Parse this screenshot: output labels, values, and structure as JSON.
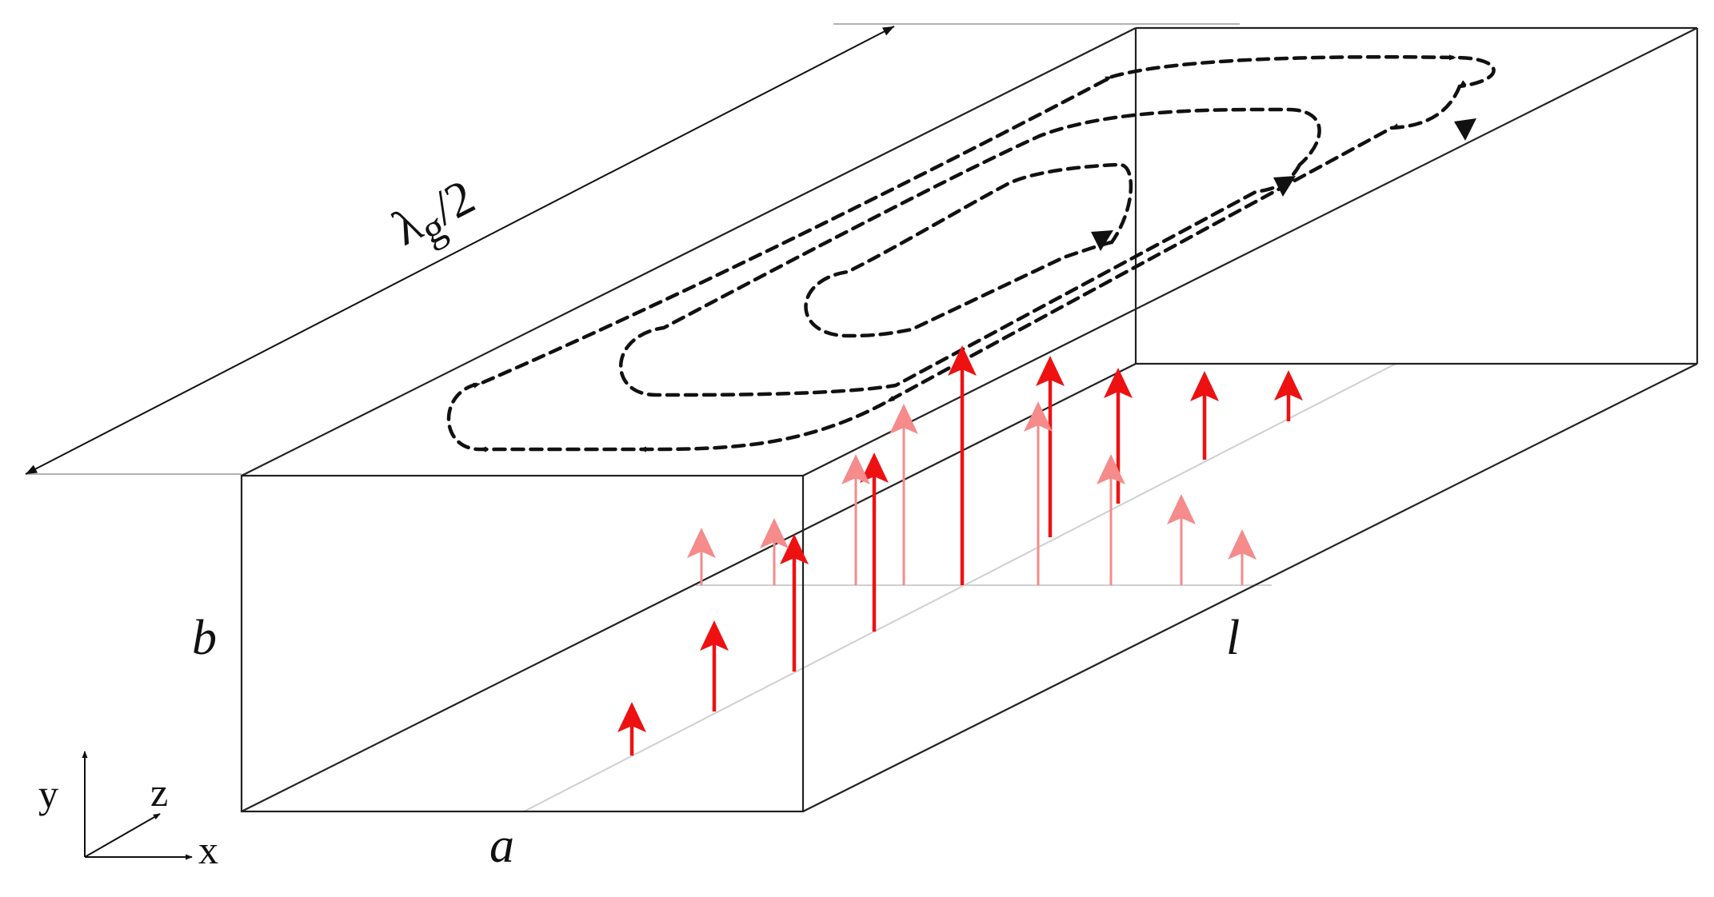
{
  "labels": {
    "width": "a",
    "height": "b",
    "length": "l",
    "half_guide_lambda": "λ",
    "half_guide_sub": "g",
    "half_guide_div": "/2"
  },
  "axes": {
    "x": "x",
    "y": "y",
    "z": "z"
  },
  "colors": {
    "outline": "#222222",
    "field_arrow": "#ee1111",
    "field_arrow_faded": "#f58b8b",
    "dashed_loop": "#111111",
    "hidden_line": "#cccccc"
  }
}
